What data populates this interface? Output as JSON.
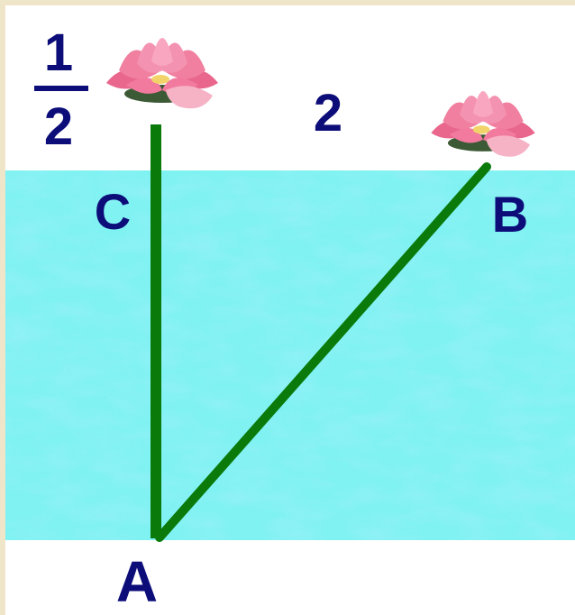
{
  "labels": {
    "point_a": "A",
    "point_b": "B",
    "point_c": "C",
    "height_above_water": "1",
    "height_denominator": "2",
    "horizontal_distance": "2"
  },
  "colors": {
    "frame": "#efe6c9",
    "sky": "#ffffff",
    "water": "#7ff2f2",
    "water_speckle": "#3fd8e6",
    "stem": "#0a7a0a",
    "label": "#0d0d7a",
    "petal": "#f27a9e",
    "petal_dark": "#d94878",
    "leaf": "#2f5a2a"
  },
  "icons": [
    "lotus-flower-icon",
    "lotus-flower-icon"
  ]
}
